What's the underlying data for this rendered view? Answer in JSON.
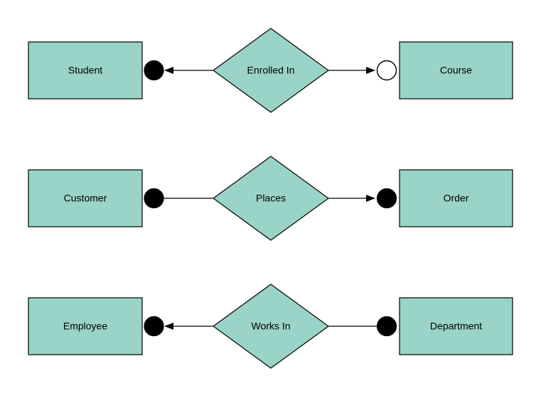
{
  "diagram": {
    "kind": "entity-relationship-diagram",
    "colors": {
      "shape_fill": "#9ad3c7",
      "line": "#000000",
      "open_terminal_fill": "#ffffff",
      "filled_terminal_fill": "#000000",
      "text": "#000000",
      "background": "#ffffff"
    },
    "rows": [
      {
        "left_entity": {
          "label": "Student"
        },
        "relationship": {
          "label": "Enrolled In"
        },
        "right_entity": {
          "label": "Course"
        },
        "left_connector": {
          "terminal": "filled-circle",
          "arrowhead": "points-left"
        },
        "right_connector": {
          "terminal": "open-circle",
          "arrowhead": "points-right"
        }
      },
      {
        "left_entity": {
          "label": "Customer"
        },
        "relationship": {
          "label": "Places"
        },
        "right_entity": {
          "label": "Order"
        },
        "left_connector": {
          "terminal": "filled-circle",
          "arrowhead": "none"
        },
        "right_connector": {
          "terminal": "filled-circle",
          "arrowhead": "points-right"
        }
      },
      {
        "left_entity": {
          "label": "Employee"
        },
        "relationship": {
          "label": "Works In"
        },
        "right_entity": {
          "label": "Department"
        },
        "left_connector": {
          "terminal": "filled-circle",
          "arrowhead": "points-left"
        },
        "right_connector": {
          "terminal": "filled-circle",
          "arrowhead": "none"
        }
      }
    ]
  }
}
